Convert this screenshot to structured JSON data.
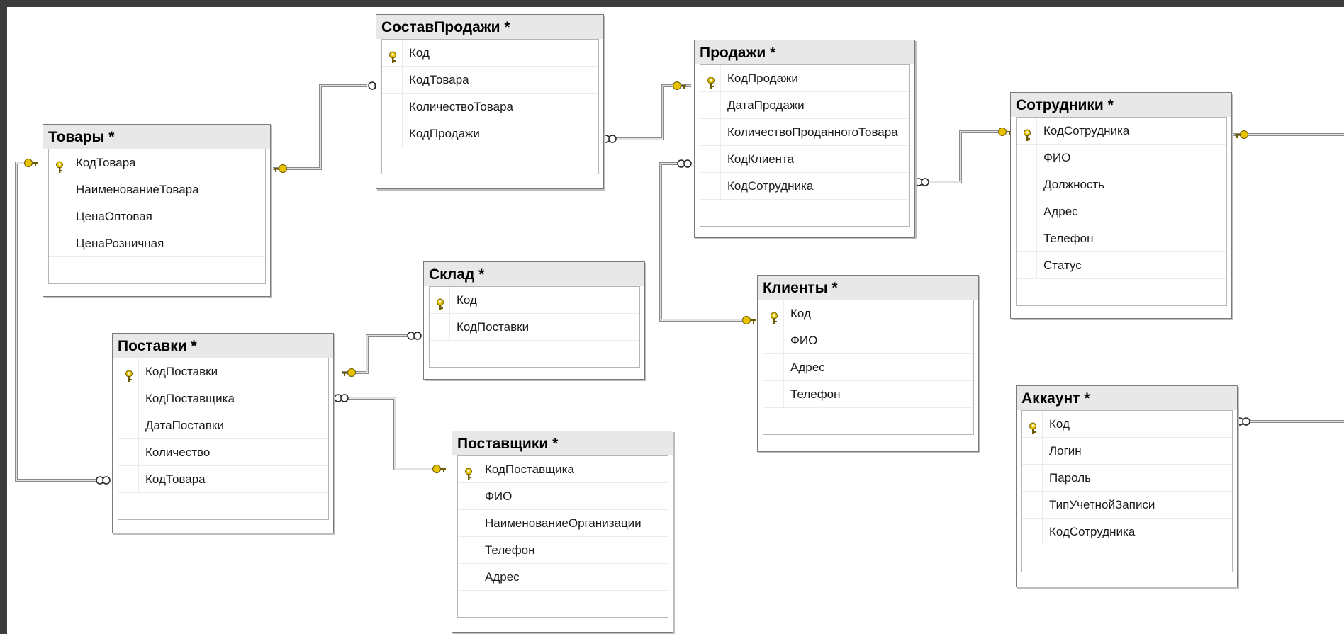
{
  "diagram": {
    "colors": {
      "background": "#3c3c3c",
      "canvas": "#ffffff",
      "header": "#e8e8e8",
      "link": "#8a8a8a",
      "key": "#e6c200"
    },
    "tables": {
      "tovary": {
        "title": "Товары *",
        "fields": [
          {
            "name": "КодТовара",
            "pk": true
          },
          {
            "name": "НаименованиеТовара",
            "pk": false
          },
          {
            "name": "ЦенаОптовая",
            "pk": false
          },
          {
            "name": "ЦенаРозничная",
            "pk": false
          }
        ]
      },
      "sostav": {
        "title": "СоставПродажи *",
        "fields": [
          {
            "name": "Код",
            "pk": true
          },
          {
            "name": "КодТовара",
            "pk": false
          },
          {
            "name": "КоличествоТовара",
            "pk": false
          },
          {
            "name": "КодПродажи",
            "pk": false
          }
        ]
      },
      "prodazhi": {
        "title": "Продажи *",
        "fields": [
          {
            "name": "КодПродажи",
            "pk": true
          },
          {
            "name": "ДатаПродажи",
            "pk": false
          },
          {
            "name": "КоличествоПроданногоТовара",
            "pk": false
          },
          {
            "name": "КодКлиента",
            "pk": false
          },
          {
            "name": "КодСотрудника",
            "pk": false
          }
        ]
      },
      "sotrudniki": {
        "title": "Сотрудники *",
        "fields": [
          {
            "name": "КодСотрудника",
            "pk": true
          },
          {
            "name": "ФИО",
            "pk": false
          },
          {
            "name": "Должность",
            "pk": false
          },
          {
            "name": "Адрес",
            "pk": false
          },
          {
            "name": "Телефон",
            "pk": false
          },
          {
            "name": "Статус",
            "pk": false
          }
        ]
      },
      "sklad": {
        "title": "Склад *",
        "fields": [
          {
            "name": "Код",
            "pk": true
          },
          {
            "name": "КодПоставки",
            "pk": false
          }
        ]
      },
      "klienty": {
        "title": "Клиенты *",
        "fields": [
          {
            "name": "Код",
            "pk": true
          },
          {
            "name": "ФИО",
            "pk": false
          },
          {
            "name": "Адрес",
            "pk": false
          },
          {
            "name": "Телефон",
            "pk": false
          }
        ]
      },
      "postavki": {
        "title": "Поставки *",
        "fields": [
          {
            "name": "КодПоставки",
            "pk": true
          },
          {
            "name": "КодПоставщика",
            "pk": false
          },
          {
            "name": "ДатаПоставки",
            "pk": false
          },
          {
            "name": "Количество",
            "pk": false
          },
          {
            "name": "КодТовара",
            "pk": false
          }
        ]
      },
      "postavshiki": {
        "title": "Поставщики *",
        "fields": [
          {
            "name": "КодПоставщика",
            "pk": true
          },
          {
            "name": "ФИО",
            "pk": false
          },
          {
            "name": "НаименованиеОрганизации",
            "pk": false
          },
          {
            "name": "Телефон",
            "pk": false
          },
          {
            "name": "Адрес",
            "pk": false
          }
        ]
      },
      "akkaunt": {
        "title": "Аккаунт *",
        "fields": [
          {
            "name": "Код",
            "pk": true
          },
          {
            "name": "Логин",
            "pk": false
          },
          {
            "name": "Пароль",
            "pk": false
          },
          {
            "name": "ТипУчетнойЗаписи",
            "pk": false
          },
          {
            "name": "КодСотрудника",
            "pk": false
          }
        ]
      }
    }
  }
}
